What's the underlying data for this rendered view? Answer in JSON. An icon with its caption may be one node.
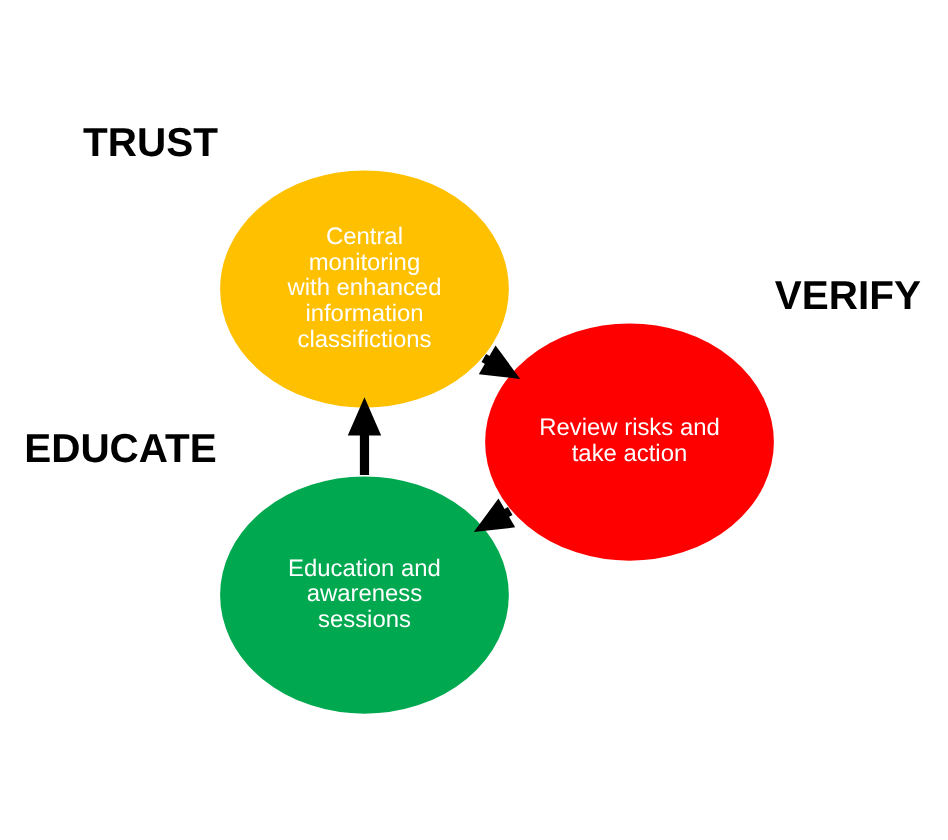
{
  "diagram": {
    "nodes": [
      {
        "text": [
          "Education and awareness sessions"
        ],
        "beside": [
          "EDUCATE"
        ]
      },
      {
        "text": [
          "Central monitoring with enhanced information classifictions"
        ],
        "beside": [
          "TRUST"
        ]
      },
      {
        "text": [
          "Review risks and take action"
        ],
        "beside": [
          "VERIFY"
        ]
      }
    ],
    "edges": [
      {
        "from": 0,
        "to": 1,
        "arrow": "to"
      },
      {
        "from": 1,
        "to": 2,
        "arrow": "to"
      },
      {
        "from": 2,
        "to": 0,
        "arrow": "to"
      }
    ]
  }
}
